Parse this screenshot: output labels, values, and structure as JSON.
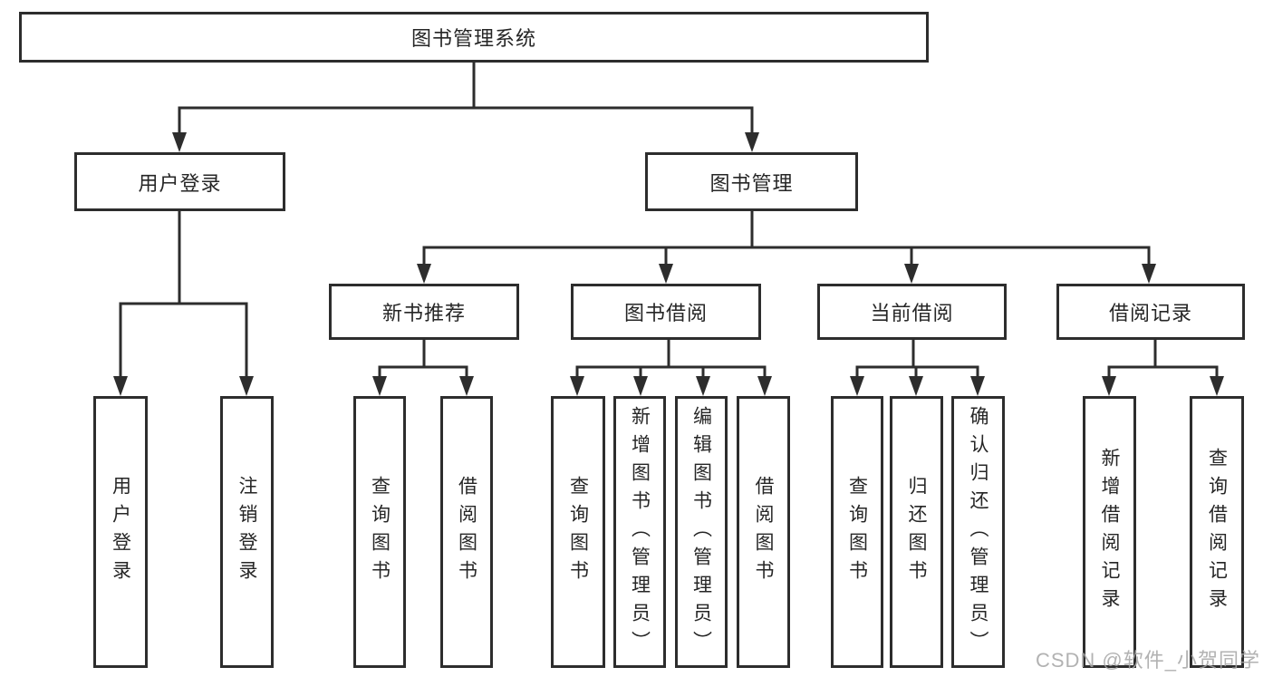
{
  "diagram": {
    "type": "hierarchy-tree",
    "root": {
      "label": "图书管理系统",
      "children": [
        {
          "label": "用户登录",
          "children": [
            {
              "label": "用户登录"
            },
            {
              "label": "注销登录"
            }
          ]
        },
        {
          "label": "图书管理",
          "children": [
            {
              "label": "新书推荐",
              "children": [
                {
                  "label": "查询图书"
                },
                {
                  "label": "借阅图书"
                }
              ]
            },
            {
              "label": "图书借阅",
              "children": [
                {
                  "label": "查询图书"
                },
                {
                  "label": "新增图书（管理员）"
                },
                {
                  "label": "编辑图书（管理员）"
                },
                {
                  "label": "借阅图书"
                }
              ]
            },
            {
              "label": "当前借阅",
              "children": [
                {
                  "label": "查询图书"
                },
                {
                  "label": "归还图书"
                },
                {
                  "label": "确认归还（管理员）"
                }
              ]
            },
            {
              "label": "借阅记录",
              "children": [
                {
                  "label": "新增借阅记录"
                },
                {
                  "label": "查询借阅记录"
                }
              ]
            }
          ]
        }
      ]
    }
  },
  "watermark": {
    "text": "CSDN @软件_小贺同学"
  },
  "colors": {
    "line": "#2d2d2d",
    "text": "#262626",
    "background": "#ffffff",
    "watermark": "#a5a5a5"
  }
}
